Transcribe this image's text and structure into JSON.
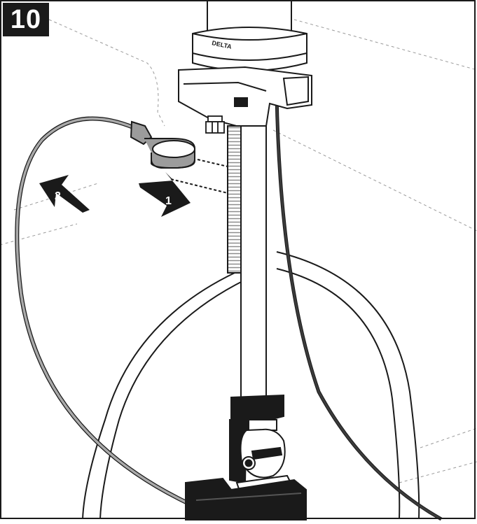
{
  "step": {
    "number": "10"
  },
  "callouts": {
    "arrow_1": "1",
    "arrow_2": "2"
  },
  "faucet": {
    "brand": "DELTA"
  },
  "colors": {
    "outline": "#1a1a1a",
    "grey_wire": "#a9a9a9",
    "dark_wire": "#3b3b3b",
    "clip": "#9c9c9c",
    "shank_thread": "#8d8d8d",
    "dash": "#9a9a9a"
  },
  "icons": [
    "step-number-badge",
    "arrow-1-icon",
    "arrow-2-icon",
    "ground-clip-icon",
    "mounting-nut-icon"
  ]
}
